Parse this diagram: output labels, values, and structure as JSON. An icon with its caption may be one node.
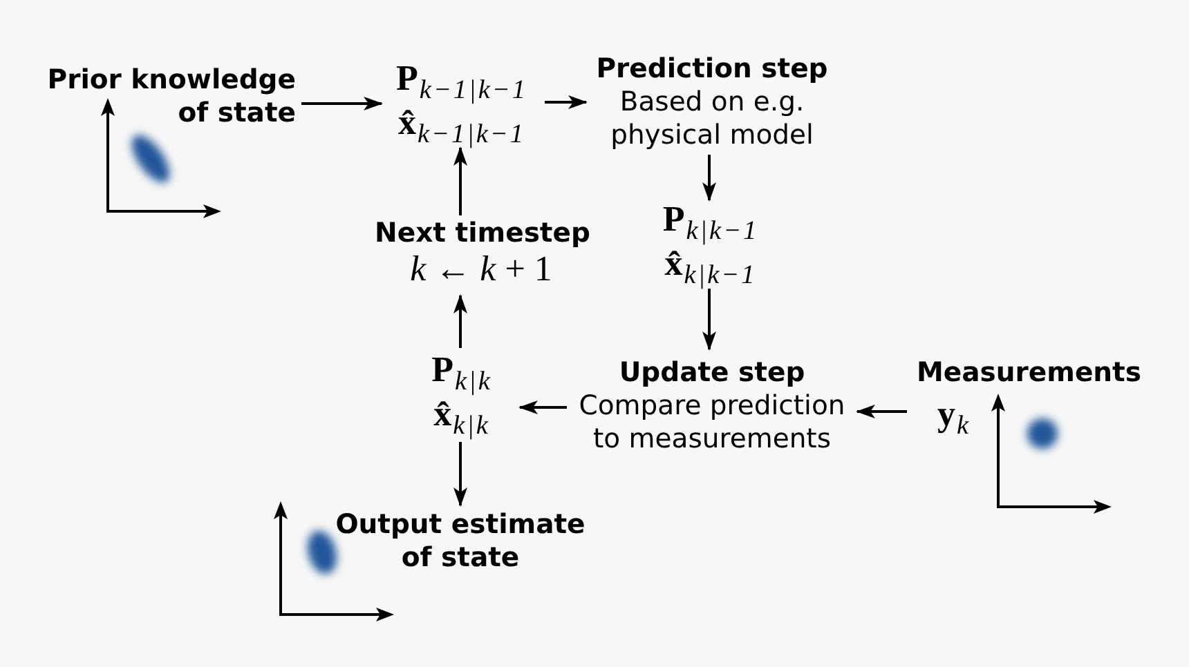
{
  "diagram": {
    "nodes": [
      {
        "text": [
          "Prior knowledge of state"
        ]
      },
      {
        "text": [
          "**P**$_{k−1|k−1}$",
          "**x̂**$_{k−1|k−1}$"
        ]
      },
      {
        "text": [
          "Prediction step",
          "Based on e.g. physical model"
        ]
      },
      {
        "text": [
          "Next timestep",
          "*k* ← *k* + 1"
        ]
      },
      {
        "text": [
          "**P**$_{k|k−1}$",
          "**x̂**$_{k|k−1}$"
        ]
      },
      {
        "text": [
          "**P**$_{k|k}$",
          "**x̂**$_{k|k}$"
        ]
      },
      {
        "text": [
          "Update step",
          "Compare prediction to measurements"
        ]
      },
      {
        "text": [
          "Measurements",
          "**y**$_{k}$"
        ]
      },
      {
        "text": [
          "Output estimate of state"
        ]
      }
    ],
    "edges": [
      {
        "from": 0,
        "to": 1,
        "arrow": "to"
      },
      {
        "from": 1,
        "to": 2,
        "arrow": "to"
      },
      {
        "from": 2,
        "to": 4,
        "arrow": "to"
      },
      {
        "from": 4,
        "to": 6,
        "arrow": "to"
      },
      {
        "from": 7,
        "to": 6,
        "arrow": "to"
      },
      {
        "from": 6,
        "to": 5,
        "arrow": "to"
      },
      {
        "from": 5,
        "to": 3,
        "arrow": "to"
      },
      {
        "from": 3,
        "to": 1,
        "arrow": "to"
      },
      {
        "from": 5,
        "to": 8,
        "arrow": "to"
      }
    ]
  }
}
